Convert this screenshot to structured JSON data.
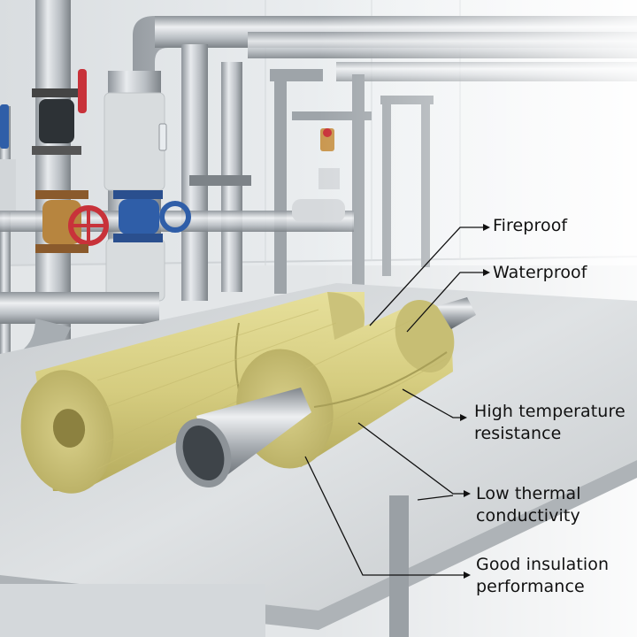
{
  "labels": {
    "fireproof": "Fireproof",
    "waterproof": "Waterproof",
    "high_temp_line1": "High temperature",
    "high_temp_line2": "resistance",
    "low_thermal_line1": "Low thermal",
    "low_thermal_line2": "conductivity",
    "good_insulation_line1": "Good insulation",
    "good_insulation_line2": "performance"
  },
  "colors": {
    "wool": "#d6cf86",
    "steel": "#b8bcc0",
    "valve_red": "#c8323a",
    "valve_blue": "#2f5ea8",
    "text": "#111111"
  }
}
